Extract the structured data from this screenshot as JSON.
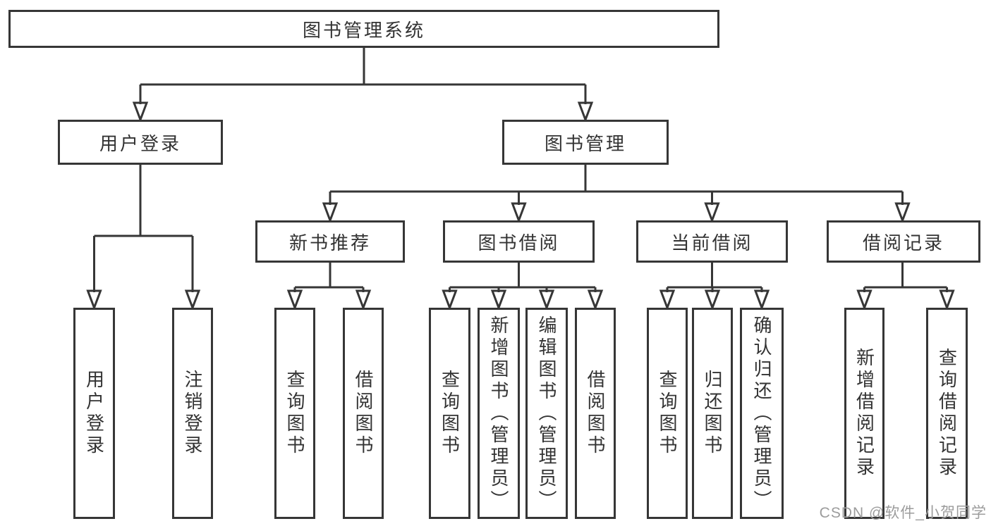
{
  "watermark": {
    "text": "CSDN @软件_小贺同学"
  },
  "colors": {
    "line": "#363636",
    "text": "#333333",
    "background": "#ffffff",
    "watermark": "#9c9c9c"
  },
  "tree": {
    "root": {
      "label": "图书管理系统",
      "children": [
        {
          "label": "用户登录",
          "children": [
            {
              "label": "用户登录"
            },
            {
              "label": "注销登录"
            }
          ]
        },
        {
          "label": "图书管理",
          "children": [
            {
              "label": "新书推荐",
              "children": [
                {
                  "label": "查询图书"
                },
                {
                  "label": "借阅图书"
                }
              ]
            },
            {
              "label": "图书借阅",
              "children": [
                {
                  "label": "查询图书"
                },
                {
                  "label": "新增图书（管理员）"
                },
                {
                  "label": "编辑图书（管理员）"
                },
                {
                  "label": "借阅图书"
                }
              ]
            },
            {
              "label": "当前借阅",
              "children": [
                {
                  "label": "查询图书"
                },
                {
                  "label": "归还图书"
                },
                {
                  "label": "确认归还（管理员）"
                }
              ]
            },
            {
              "label": "借阅记录",
              "children": [
                {
                  "label": "新增借阅记录"
                },
                {
                  "label": "查询借阅记录"
                }
              ]
            }
          ]
        }
      ]
    }
  }
}
